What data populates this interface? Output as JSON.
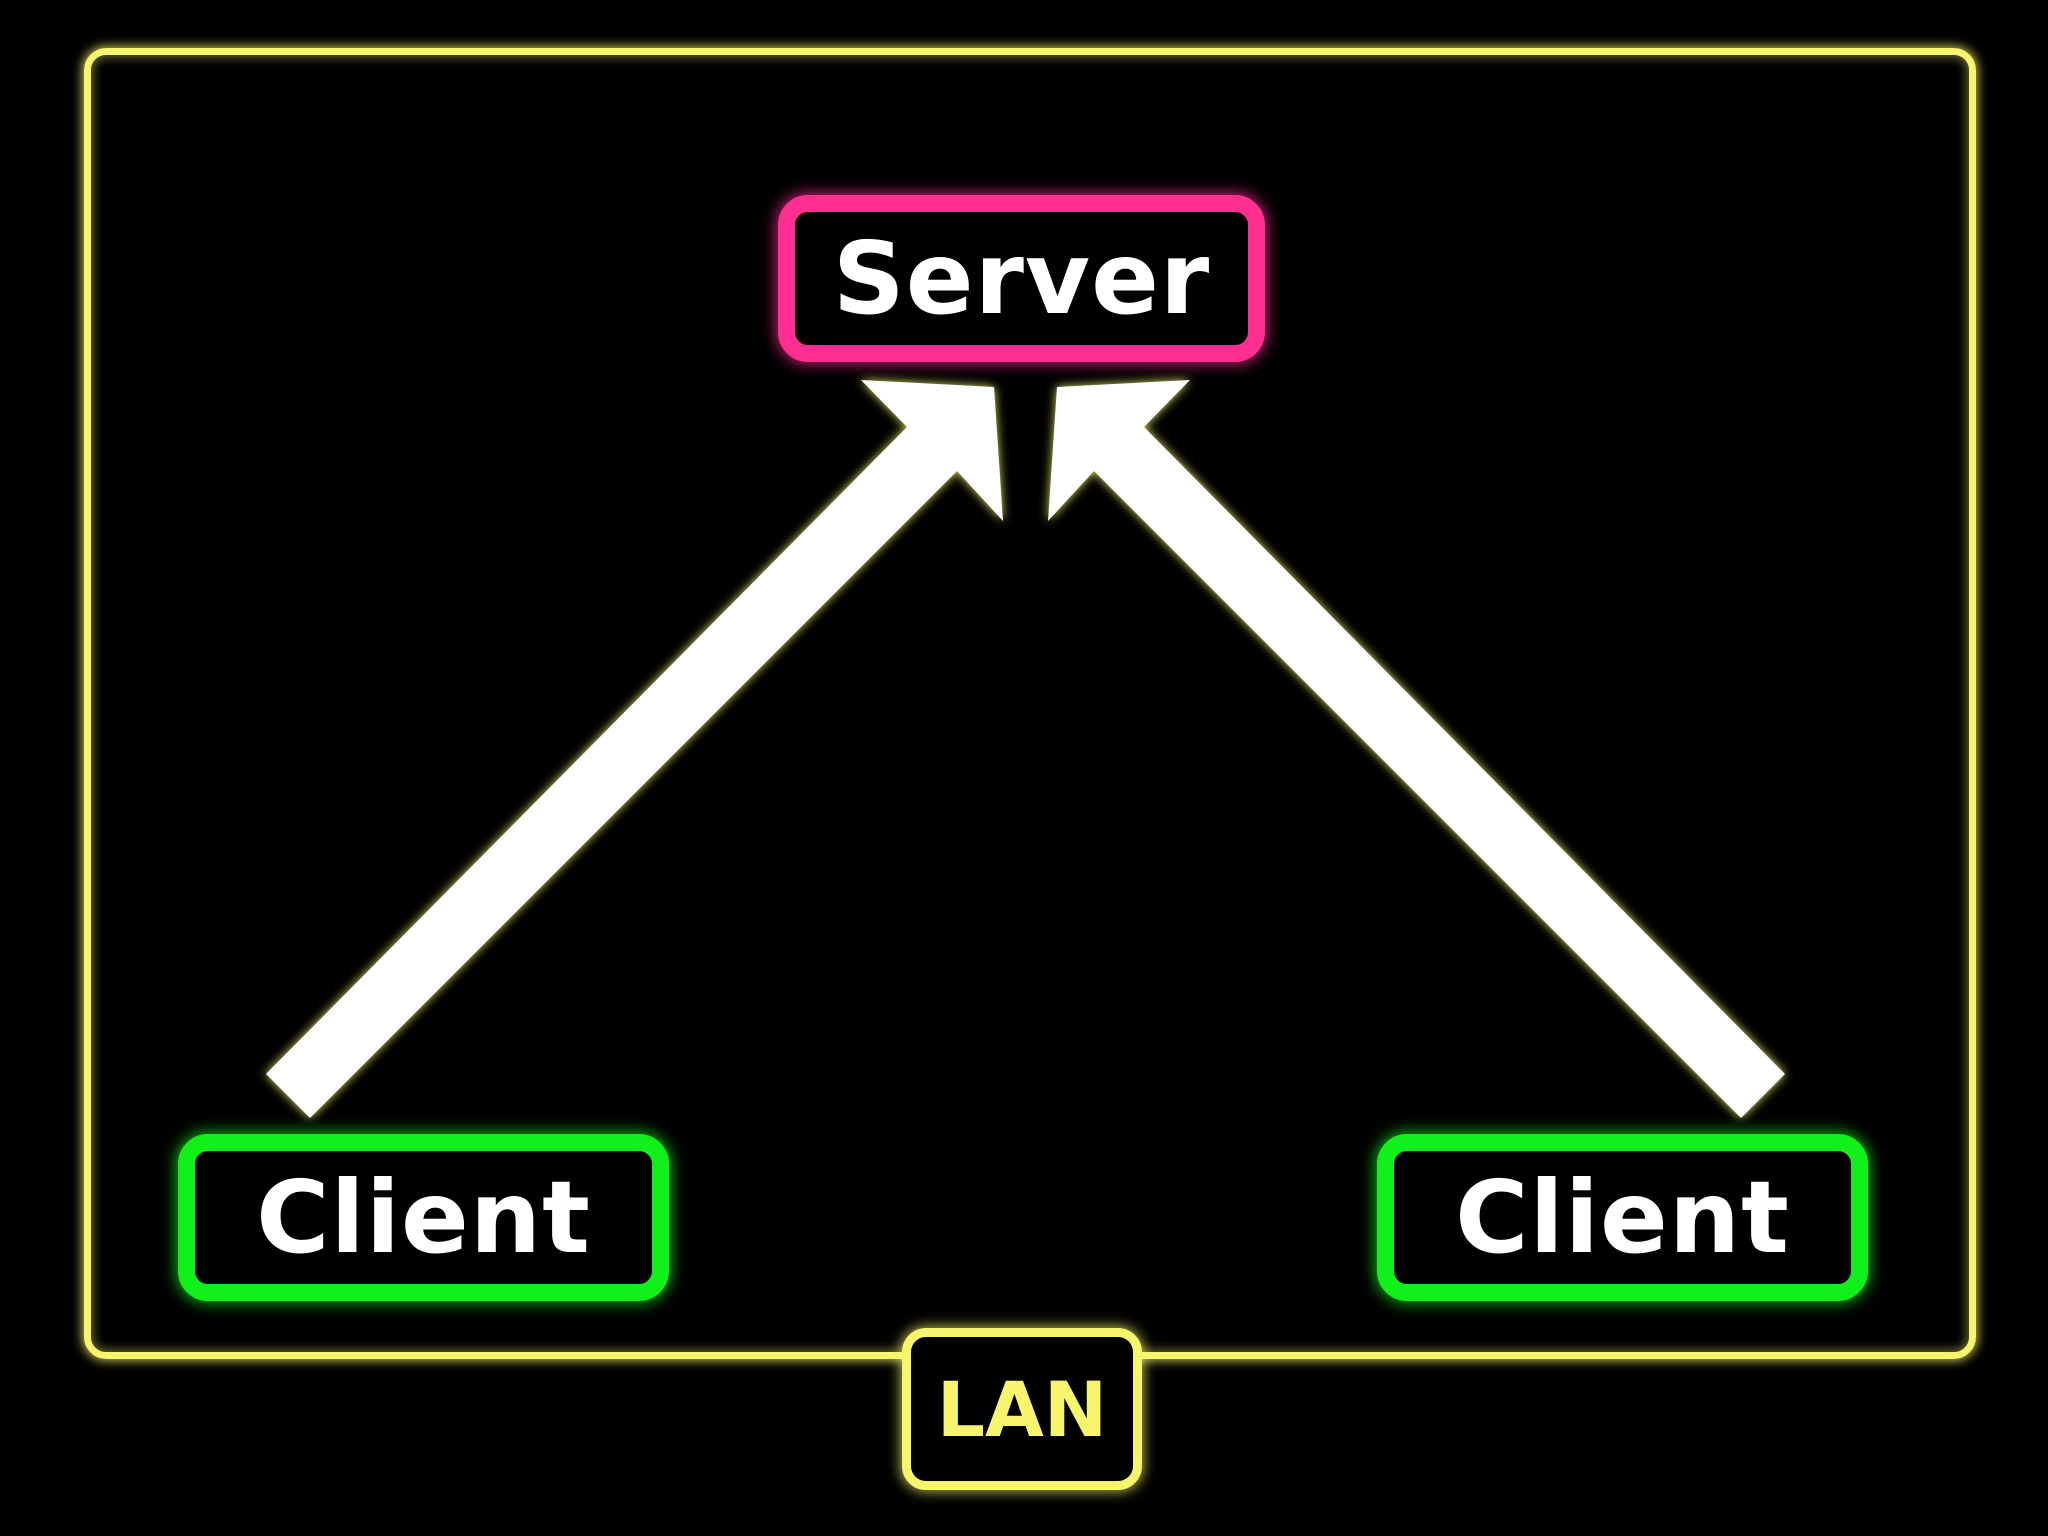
{
  "diagram": {
    "server_label": "Server",
    "client_left_label": "Client",
    "client_right_label": "Client",
    "network_label": "LAN"
  },
  "edges": [
    {
      "from": "client-left",
      "to": "server",
      "direction": "client-to-server"
    },
    {
      "from": "client-right",
      "to": "server",
      "direction": "client-to-server"
    }
  ],
  "colors": {
    "background": "#000000",
    "network": "#f7f56e",
    "server": "#ff2e90",
    "client": "#11f01a",
    "arrow": "#ffffff",
    "label_text": "#ffffff"
  }
}
